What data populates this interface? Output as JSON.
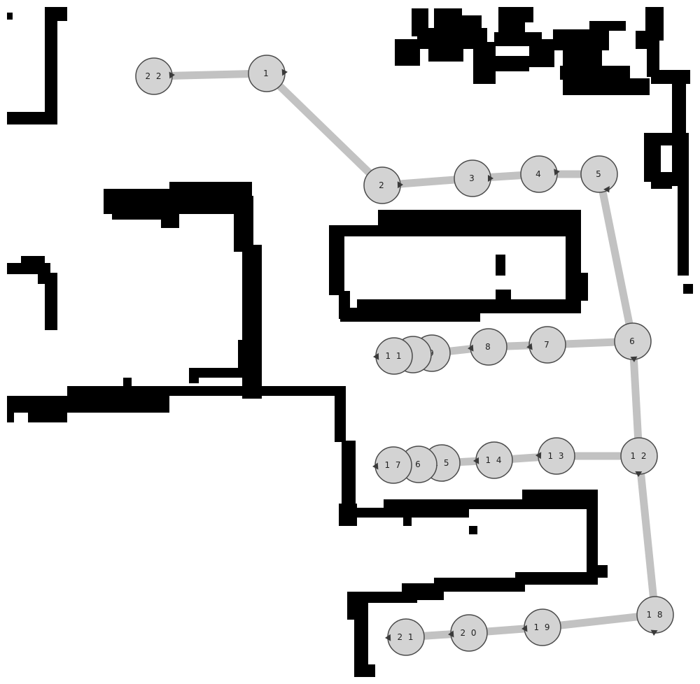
{
  "map": {
    "colors": {
      "background": "#ffffff",
      "wall": "#000000",
      "path": "#c2c2c2",
      "node_fill": "#d3d3d3",
      "node_stroke": "#4a4a4a",
      "heading_marker": "#3a3a3a"
    },
    "nodes": [
      {
        "id": 1,
        "label": "1"
      },
      {
        "id": 2,
        "label": "2"
      },
      {
        "id": 3,
        "label": "3"
      },
      {
        "id": 4,
        "label": "4"
      },
      {
        "id": 5,
        "label": "5"
      },
      {
        "id": 6,
        "label": "6"
      },
      {
        "id": 7,
        "label": "7"
      },
      {
        "id": 8,
        "label": "8"
      },
      {
        "id": 9,
        "label": "9"
      },
      {
        "id": 10,
        "label": ""
      },
      {
        "id": 11,
        "label": "1 1"
      },
      {
        "id": 12,
        "label": "1 2"
      },
      {
        "id": 13,
        "label": "1 3"
      },
      {
        "id": 14,
        "label": "1 4"
      },
      {
        "id": 15,
        "label": "1 5"
      },
      {
        "id": 16,
        "label": "6"
      },
      {
        "id": 17,
        "label": "1 7"
      },
      {
        "id": 18,
        "label": "1 8"
      },
      {
        "id": 19,
        "label": "1 9"
      },
      {
        "id": 20,
        "label": "2 0"
      },
      {
        "id": 21,
        "label": "2 1"
      },
      {
        "id": 22,
        "label": "2 2"
      }
    ],
    "edges": [
      [
        22,
        1
      ],
      [
        1,
        2
      ],
      [
        2,
        3
      ],
      [
        3,
        4
      ],
      [
        4,
        5
      ],
      [
        5,
        6
      ],
      [
        6,
        7
      ],
      [
        7,
        8
      ],
      [
        8,
        9
      ],
      [
        9,
        10
      ],
      [
        10,
        11
      ],
      [
        6,
        12
      ],
      [
        12,
        13
      ],
      [
        13,
        14
      ],
      [
        14,
        15
      ],
      [
        15,
        16
      ],
      [
        16,
        17
      ],
      [
        12,
        18
      ],
      [
        18,
        19
      ],
      [
        19,
        20
      ],
      [
        20,
        21
      ]
    ]
  }
}
